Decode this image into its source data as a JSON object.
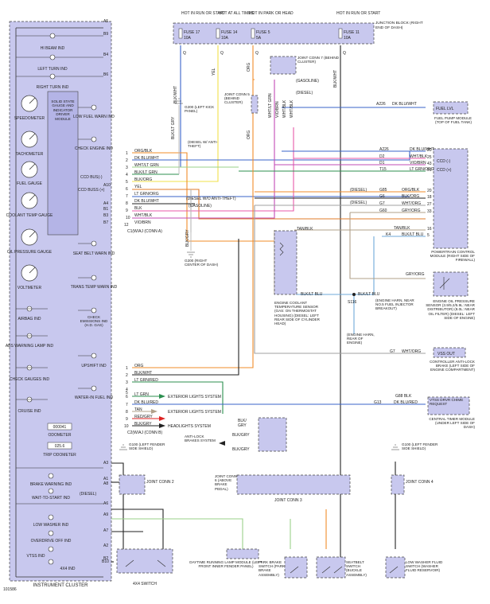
{
  "figure_id": "101586",
  "cluster": {
    "title": "INSTRUMENT CLUSTER",
    "driver_module": "SOLID STATE GAUGE AND INDICATOR DRIVER MODULE",
    "ccd_minus": "CCD BUS(-)",
    "ccd_plus": "CCD BUSS (+)",
    "gauges": [
      "SPEEDOMETER",
      "TACHOMETER",
      "FUEL GAUGE",
      "COOLANT TEMP GAUGE",
      "OIL PRESSURE GAUGE",
      "VOLTMETER"
    ],
    "right_lamps": [
      "LOW FUEL WARN IND",
      "CHECK ENGINE IND",
      "SEAT BELT WARN IND",
      "TRANS TEMP WARN IND",
      "CHECK EMISSIONS IND (H.D. GAS)",
      "UPSHIFT IND",
      "WATER-IN FUEL IND"
    ],
    "left_lamps": [
      "AIRBAG IND",
      "ABS WARNING LAMP IND",
      "CHECK GAUGES IND",
      "CRUISE IND"
    ],
    "top_lamps": [
      "HI BEAM IND",
      "LEFT TURN IND",
      "RIGHT TURN IND"
    ],
    "odometer_value": "000041",
    "odometer_label": "ODOMETER",
    "trip_value": "025.6",
    "trip_label": "TRIP ODOMETER",
    "bottom_lamps": [
      "BRAKE WARNING IND",
      "WAIT-TO-START IND",
      "LOW WASHER IND",
      "OVERDRIVE OFF IND",
      "VTSS IND",
      "4X4 IND"
    ],
    "diesel": "(DIESEL)",
    "pins_right": [
      "A5",
      "B9",
      "B4",
      "B6",
      "A10",
      "A4",
      "B1",
      "B3",
      "B7",
      "A3",
      "A1",
      "A8",
      "A6",
      "A9",
      "A7",
      "A2",
      "B2",
      "B10"
    ]
  },
  "junction_block": {
    "title": "JUNCTION BLOCK (RIGHT END OF DASH)",
    "fuses": [
      {
        "header": "HOT IN RUN OR START",
        "name": "FUSE 17",
        "amp": "10A",
        "pin": "Q"
      },
      {
        "header": "HOT AT ALL TIMES",
        "name": "FUSE 14",
        "amp": "10A",
        "pin": "Q"
      },
      {
        "header": "HOT IN PARK OR HEAD",
        "name": "FUSE 5",
        "amp": "5A",
        "pin": "Q"
      },
      {
        "header": "HOT IN RUN OR START",
        "name": "FUSE 11",
        "amp": "10A",
        "pin": "Q"
      }
    ]
  },
  "joints": {
    "joint7": "JOINT CONN 7 (BEHIND CLUSTER)",
    "joint5": "JOINT CONN 5 (BEHIND CLUSTER)",
    "gasoline": "(GASOLINE)",
    "diesel": "(DIESEL)",
    "joint2": "JOINT CONN 2",
    "joint6": "JOINT CONN 6 (ABOVE BRAKE PEDAL)",
    "joint3": "JOINT CONN 3",
    "joint4": "JOINT CONN 4"
  },
  "grounds": {
    "g200_left": "G200 (LEFT KICK PANEL)",
    "g200_center": "G200 (RIGHT CENTER OF DASH)",
    "g100_left": "G100 (LEFT FENDER SIDE SHIELD)",
    "g100_right": "G100 (LEFT FENDER SIDE SHIELD)"
  },
  "conn_a": {
    "label": "C1(W/AJ (CONN A)",
    "wires": [
      {
        "pin": "1",
        "color": "ORG/BLK"
      },
      {
        "pin": "2",
        "color": "DK BLU/WHT"
      },
      {
        "pin": "3",
        "color": "WHT/LT GRN"
      },
      {
        "pin": "4",
        "color": "BLK/LT GRN"
      },
      {
        "pin": "5",
        "color": "BLK/ORG"
      },
      {
        "pin": "6",
        "color": "YEL"
      },
      {
        "pin": "7",
        "color": "LT GRN/ORG"
      },
      {
        "pin": "8",
        "color": "DK BLU/WHT"
      },
      {
        "pin": "9",
        "color": "BLK"
      },
      {
        "pin": "10",
        "color": "WHT/BLK"
      },
      {
        "pin": "12",
        "color": "VIO/BRN"
      }
    ],
    "note_diesel_anti": "(DIESEL W/ ANTI-THEFT)",
    "note_diesel_wo": "(DIESEL W/O ANTI-THEFT)",
    "note_gasoline": "(GASOLINE)"
  },
  "conn_b": {
    "label": "C2(W/AJ (CONN B)",
    "wires": [
      {
        "pin": "1",
        "color": "ORG"
      },
      {
        "pin": "2",
        "color": "BLK/WHT"
      },
      {
        "pin": "3",
        "color": "LT GRN/RED"
      },
      {
        "pin": "4",
        "color": ""
      },
      {
        "pin": "5",
        "color": ""
      },
      {
        "pin": "6",
        "color": "LT GRN"
      },
      {
        "pin": "7",
        "color": "DK BLU/RED"
      },
      {
        "pin": "8",
        "color": "TAN"
      },
      {
        "pin": "9",
        "color": "RED/GRY"
      },
      {
        "pin": "10",
        "color": "BLK/GRY"
      }
    ],
    "exterior1": "EXTERIOR LIGHTS SYSTEM",
    "exterior2": "EXTERIOR LIGHTS SYSTEM",
    "headlights": "HEADLIGHTS SYSTEM"
  },
  "vertical_wires": {
    "fuse17": "BLK/WHT",
    "fuse14": "YEL",
    "fuse5": "ORG",
    "fuse11": "BLK/WHT",
    "ground_left": "BLK/LT GRY",
    "ground_center": "BLK/GRY",
    "joint5_wire": "ORG",
    "joint7_a": "WHT/LT GRN",
    "joint7_b": "VIO/BRN",
    "joint7_c": "WHT/BLK",
    "joint7_d": "WHT/BLK"
  },
  "right_side": {
    "fuel_module": "FUEL PUMP MODULE (TOP OF FUEL TANK)",
    "fuel_lvl": "FUEL LVL",
    "fuel_wire": "DK BLU/WHT",
    "fuel_pin": "A226",
    "pcm": "POWERTRAIN CONTROL MODULE (RIGHT SIDE OF FIREWALL)",
    "ccd_minus": "CCD (-)",
    "ccd_plus": "CCD (+)",
    "pcm_wires": [
      {
        "pin": "20",
        "id": "A226",
        "color": "DK BLU/WHT"
      },
      {
        "pin": "25",
        "id": "D2",
        "color": "WHT/BLK"
      },
      {
        "pin": "43",
        "id": "D1",
        "color": "VIO/BRN"
      },
      {
        "pin": "51",
        "id": "T15",
        "color": "LT GRN/ORG"
      },
      {
        "pin": "20",
        "id": "G85",
        "color": "ORG/BLK"
      },
      {
        "pin": "18",
        "id": "G6",
        "color": "BLK/ORG"
      },
      {
        "pin": "27",
        "id": "G7",
        "color": "WHT/ORG"
      },
      {
        "pin": "33",
        "id": "G60",
        "color": "GRY/ORG"
      },
      {
        "pin": "16",
        "id": "",
        "color": "TAN/BLK"
      },
      {
        "pin": "5",
        "id": "K4",
        "color": "BLK/LT BLU"
      }
    ],
    "coolant_sensor": "ENGINE COOLANT TEMPERATURE SENSOR (GAS: ON THERMOSTAT HOUSING) (DIESEL: LEFT REAR SIDE OF CYLINDER HEAD)",
    "oil_sensor": "ENGINE OIL PRESSURE SENSOR (3.9/5.2/5.9L: NEAR DISTRIBUTOR) (8.0L: NEAR OIL FILTER) (DIESEL: LEFT SIDE OF ENGINE)",
    "splice": "S116",
    "splice_note1": "(ENGINE HARN, NEAR NO.5 FUEL INJECTOR BREAKOUT)",
    "splice_note2": "(ENGINE HARN, REAR OF ENGINE)",
    "vss_out": "VSS OUT",
    "abs_module": "CONTROLLER ANTI-LOCK BRAKE (LEFT SIDE OF ENGINE COMPARTMENT)",
    "vtss": "VTSS DRVR CHIME REQUEST",
    "central_timer": "CENTRAL TIMER MODULE (UNDER LEFT SIDE OF DASH)",
    "vtss_wire": "DK BLU/RED",
    "vtss_id": "G13"
  },
  "bottom": {
    "anti_lock": "ANTI-LOCK BRAKES SYSTEM",
    "switch_4x4": "4X4 SWITCH",
    "daytime": "DAYTIME RUNNING LAMP MODULE (LEFT FRONT INNER FENDER PANEL)",
    "park_brake": "PARK BRAKE SWITCH (PARK BRAKE ASSEMBLY)",
    "seatbelt": "SEATBELT SWITCH (BUCKLE ASSEMBLY)",
    "low_washer": "LOW WASHER FLUID SWITCH (WASHER FLUID RESERVOIR)"
  }
}
